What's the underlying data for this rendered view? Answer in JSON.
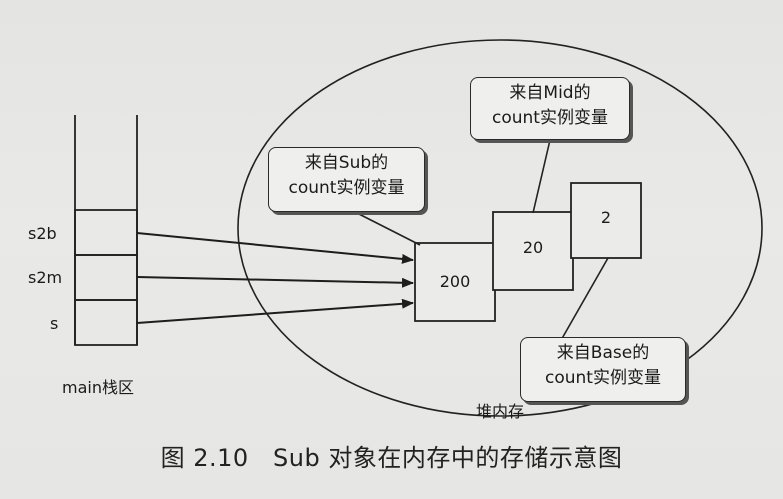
{
  "stack": {
    "label": "main栈区",
    "slots": [
      "s2b",
      "s2m",
      "s"
    ]
  },
  "heap": {
    "label": "堆内存",
    "boxes": [
      {
        "value": "200"
      },
      {
        "value": "20"
      },
      {
        "value": "2"
      }
    ]
  },
  "callouts": {
    "sub": {
      "line1": "来自Sub的",
      "line2": "count实例变量"
    },
    "mid": {
      "line1": "来自Mid的",
      "line2": "count实例变量"
    },
    "base": {
      "line1": "来自Base的",
      "line2": "count实例变量"
    }
  },
  "caption": "图 2.10   Sub 对象在内存中的存储示意图"
}
